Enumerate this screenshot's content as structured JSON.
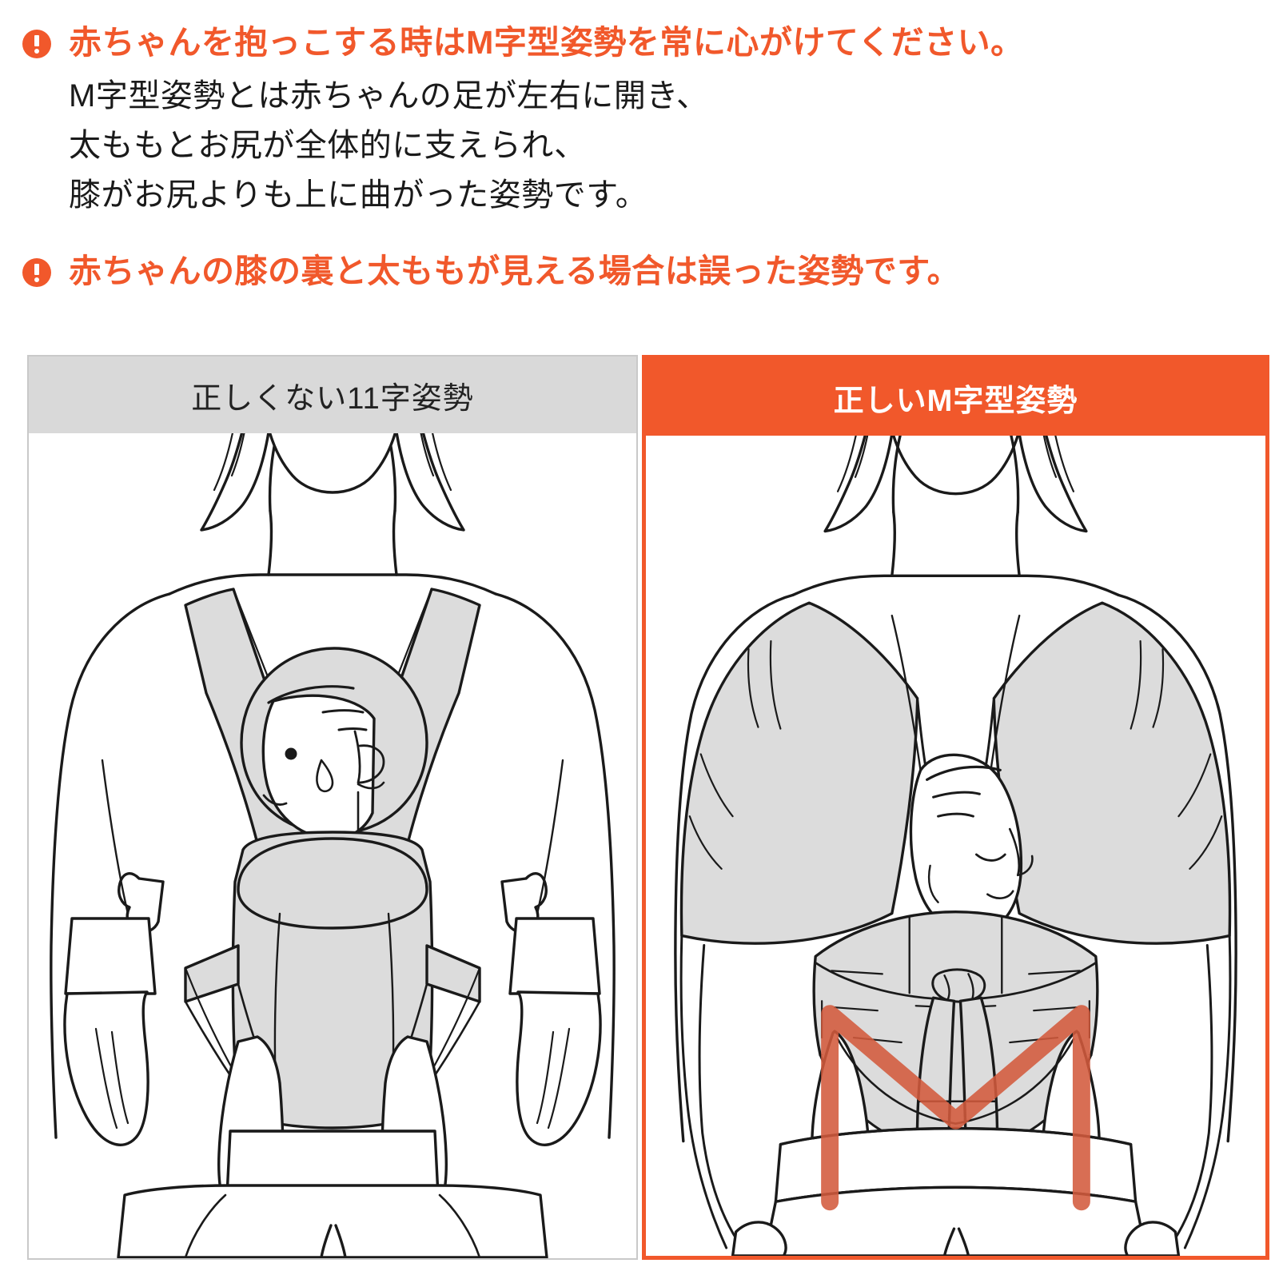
{
  "notices": [
    {
      "icon": "exclamation-circle-icon",
      "heading": "赤ちゃんを抱っこする時はM字型姿勢を常に心がけてください。",
      "body": [
        "M字型姿勢とは赤ちゃんの足が左右に開き、",
        "太ももとお尻が全体的に支えられ、",
        "膝がお尻よりも上に曲がった姿勢です。"
      ]
    },
    {
      "icon": "exclamation-circle-icon",
      "heading": "赤ちゃんの膝の裏と太ももが見える場合は誤った姿勢です。",
      "body": []
    }
  ],
  "comparison": {
    "left": {
      "header": "正しくない11字姿勢",
      "figure_alt": "キャリアで前抱っこした赤ちゃんの足が真っ直ぐ下に垂れた11字姿勢のイラスト"
    },
    "right": {
      "header": "正しいM字型姿勢",
      "figure_alt": "スリングで前抱っこした赤ちゃんの足が左右に開きM字に曲がった姿勢のイラスト",
      "overlay_label": "M字型の赤いラインオーバーレイ"
    }
  },
  "colors": {
    "accent_orange": "#F1582B",
    "overlay_orange": "#D35A3C",
    "header_gray": "#D9D9D9",
    "panel_border_gray": "#C9C9C9",
    "illustration_fill": "#DCDCDC",
    "illustration_line": "#1a1a1a",
    "body_text": "#1a1a1a"
  }
}
